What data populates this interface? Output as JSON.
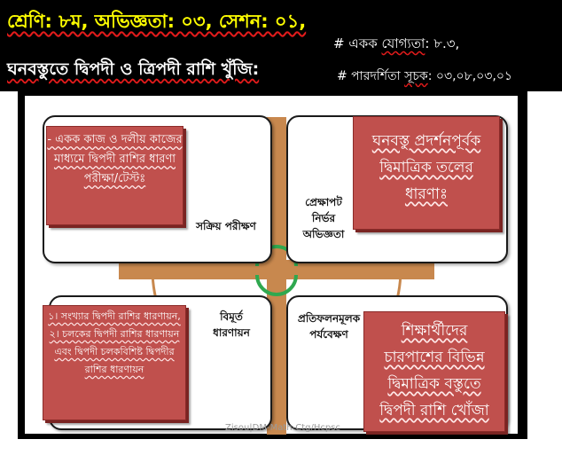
{
  "header": {
    "title": "শ্রেণি: ৮ম, অভিজ্ঞতা: ০৩, সেশন: ০১,",
    "topic": "ঘনবস্তুতে দ্বিপদী ও ত্রিপদী রাশি খুঁজি:",
    "competency_prefix": "# একক ",
    "competency_linked": "যোগ্যতা",
    "competency_suffix": ": ৮.৩,",
    "indicator_prefix": "# পারদর্শিতা ",
    "indicator_linked": "সূচক",
    "indicator_suffix": ": ০৩,০৮,০৩,০১"
  },
  "cycle": {
    "top_left": "সক্রিয় পরীক্ষণ",
    "top_right_line1": "প্রেক্ষাপট",
    "top_right_line2": "নির্ভর",
    "top_right_line3": "অভিজ্ঞতা",
    "bottom_left_line1": "বিমূর্ত",
    "bottom_left_line2": "ধারণায়ন",
    "bottom_right_line1": "প্রতিফলনমূলক",
    "bottom_right_line2": "পর্যবেক্ষণ"
  },
  "boxes": {
    "top_left": "- একক কাজ ও দলীয় কাজের মাধ্যমে দ্বিপদী রাশির ধারণা পরীক্ষা/টেস্টঃ",
    "top_right": "ঘনবস্তু প্রদর্শনপূর্বক দ্বিমাত্রিক তলের ধারণাঃ",
    "bottom_left_1": "১। সংখ্যার দ্বিপদী রাশির ধারণায়ন,",
    "bottom_left_2": "২। চলকের দ্বিপদী রাশির ধারণায়ন এবং দ্বিপদী চলকবিশিষ্ট দ্বিপদীর রাশির ধারণায়ন",
    "bottom_right": "শিক্ষার্থীদের চারপাশের বিভিন্ন দ্বিমাত্রিক বস্তুতে দ্বিপদী রাশি খোঁজা"
  },
  "footer": "Zisou|DM-Math-Ctg/Hcpsc",
  "colors": {
    "header_bg": "#000000",
    "title_yellow": "#ffff00",
    "box_red": "#c0504d",
    "ring": "#c8884e",
    "arrows": "#2fa84f"
  }
}
